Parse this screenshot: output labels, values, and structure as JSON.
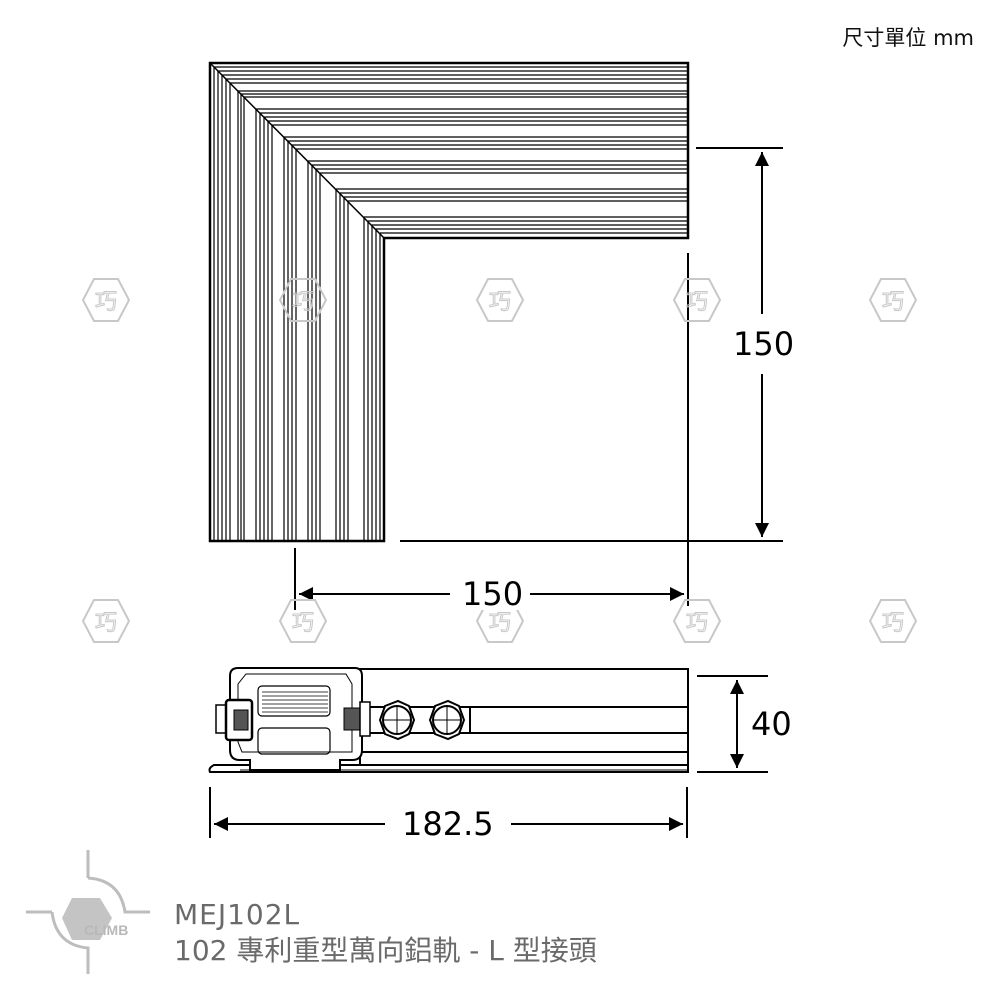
{
  "header": {
    "unit_label": "尺寸單位 mm"
  },
  "dimensions": {
    "top_view_height": "150",
    "top_view_width": "150",
    "side_view_height": "40",
    "side_view_length": "182.5"
  },
  "product": {
    "model": "MEJ102L",
    "description": "102 專利重型萬向鋁軌 - L 型接頭"
  },
  "logo": {
    "text": "CLIMB",
    "color": "#b8b8b8"
  },
  "watermark": {
    "glyph": "巧",
    "color": "#c8c8c8",
    "count": 10
  },
  "colors": {
    "line": "#000000",
    "text_gray": "#6a6a6a"
  }
}
